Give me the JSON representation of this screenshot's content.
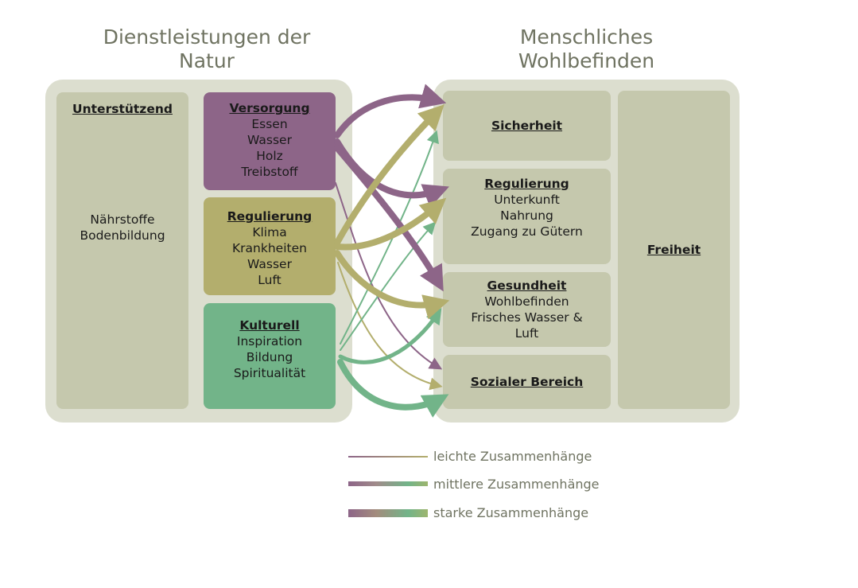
{
  "title_left": "Dienstleistungen der Natur",
  "title_right": "Menschliches Wohlbefinden",
  "services": {
    "supporting": {
      "heading": "Unterstützend",
      "items": [
        "Nährstoffe",
        "Bodenbildung"
      ]
    },
    "provisioning": {
      "heading": "Versorgung",
      "items": [
        "Essen",
        "Wasser",
        "Holz",
        "Treibstoff"
      ]
    },
    "regulating": {
      "heading": "Regulierung",
      "items": [
        "Klima",
        "Krankheiten",
        "Wasser",
        "Luft"
      ]
    },
    "cultural": {
      "heading": "Kulturell",
      "items": [
        "Inspiration",
        "Bildung",
        "Spiritualität"
      ]
    }
  },
  "wellbeing": {
    "security": {
      "heading": "Sicherheit"
    },
    "regulation": {
      "heading": "Regulierung",
      "items": [
        "Unterkunft",
        "Nahrung",
        "Zugang zu Gütern"
      ]
    },
    "health": {
      "heading": "Gesundheit",
      "items": [
        "Wohlbefinden",
        "Frisches Wasser &",
        "Luft"
      ]
    },
    "social": {
      "heading": "Sozialer Bereich"
    },
    "freedom": {
      "heading": "Freiheit"
    }
  },
  "legend": {
    "light": "leichte Zusammenhänge",
    "medium": "mittlere Zusammenhänge",
    "strong": "starke Zusammenhänge"
  },
  "colors": {
    "provisioning": "#8d6588",
    "regulating": "#b3ae6d",
    "cultural": "#72b489",
    "panel": "#dcdecf",
    "box": "#c5c8ad",
    "title_text": "#6f7361"
  }
}
